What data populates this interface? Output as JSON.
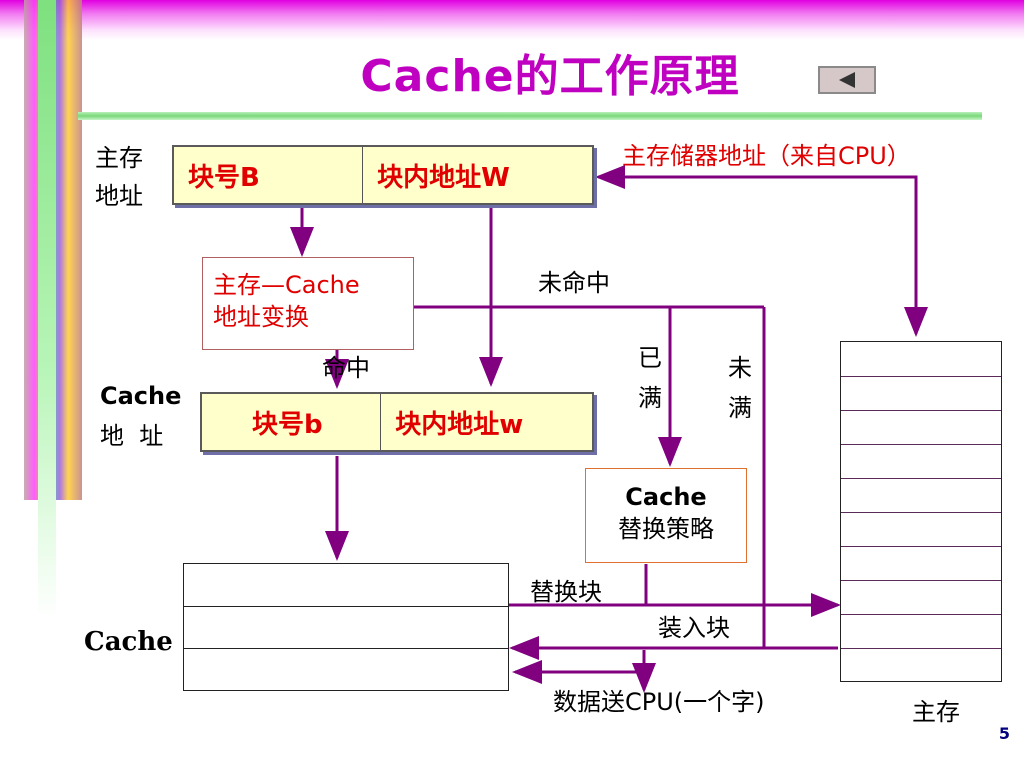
{
  "slide": {
    "title": "Cache的工作原理",
    "page_number": "5"
  },
  "labels": {
    "main_addr_line1": "主存",
    "main_addr_line2": "地址",
    "cache_addr_line1": "Cache",
    "cache_addr_line2": "地  址",
    "cpu_source": "主存储器地址（来自CPU）",
    "miss": "未命中",
    "hit": "命中",
    "full_line1": "已",
    "full_line2": "满",
    "notfull_line1": "未",
    "notfull_line2": "满",
    "replace_block": "替换块",
    "load_block": "装入块",
    "data_to_cpu": "数据送CPU(一个字)",
    "cache": "Cache",
    "main_memory": "主存"
  },
  "main_address": {
    "block_no": "块号B",
    "offset": "块内地址W"
  },
  "cache_address": {
    "block_no": "块号b",
    "offset": "块内地址w"
  },
  "translation_box": {
    "line1": "主存—Cache",
    "line2": "地址变换"
  },
  "replacement_box": {
    "line1": "Cache",
    "line2": "替换策略"
  },
  "colors": {
    "arrow": "#800080",
    "accent_text": "#e00000",
    "title": "#c000c0",
    "address_fill": "#ffffcc"
  },
  "icons": {
    "back_button": "left-triangle-icon"
  }
}
